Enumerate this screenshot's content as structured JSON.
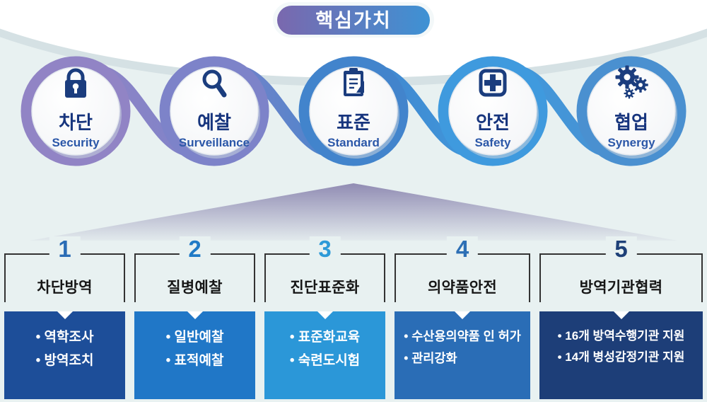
{
  "badge": {
    "label": "핵심가치"
  },
  "colors": {
    "background": "#e8f1f1",
    "icon_navy": "#1b3d7e",
    "circle_label_kr": "#17357e",
    "circle_label_en": "#2b57a8",
    "bracket": "#333333",
    "badge_gradient_left": "#7a68ae",
    "badge_gradient_right": "#3e92d4"
  },
  "circles": [
    {
      "kor": "차단",
      "eng": "Security",
      "icon": "lock-icon",
      "ring_color": "#9184c5"
    },
    {
      "kor": "예찰",
      "eng": "Surveillance",
      "icon": "magnifier-icon",
      "ring_color": "#7d83c9"
    },
    {
      "kor": "표준",
      "eng": "Standard",
      "icon": "clipboard-icon",
      "ring_color": "#4284cc"
    },
    {
      "kor": "안전",
      "eng": "Safety",
      "icon": "first-aid-icon",
      "ring_color": "#3f9ade"
    },
    {
      "kor": "협업",
      "eng": "Synergy",
      "icon": "gears-icon",
      "ring_color": "#4a90d0"
    }
  ],
  "columns": [
    {
      "number": "1",
      "number_color": "#2a6cb5",
      "title": "차단방역",
      "box_color": "#1d4e99",
      "items": [
        "역학조사",
        "방역조치"
      ]
    },
    {
      "number": "2",
      "number_color": "#1f7ac6",
      "title": "질병예찰",
      "box_color": "#2077c7",
      "items": [
        "일반예찰",
        "표적예찰"
      ]
    },
    {
      "number": "3",
      "number_color": "#2d9ad8",
      "title": "진단표준화",
      "box_color": "#2b97d8",
      "items": [
        "표준화교육",
        "숙련도시험"
      ]
    },
    {
      "number": "4",
      "number_color": "#2d6fb5",
      "title": "의약품안전",
      "box_color": "#2a6db6",
      "items": [
        "수산용의약품 인 허가",
        "관리강화"
      ]
    },
    {
      "number": "5",
      "number_color": "#1e4078",
      "title": "방역기관협력",
      "box_color": "#1d3e78",
      "items": [
        "16개 방역수행기관 지원",
        "14개 병성감정기관 지원"
      ]
    }
  ]
}
